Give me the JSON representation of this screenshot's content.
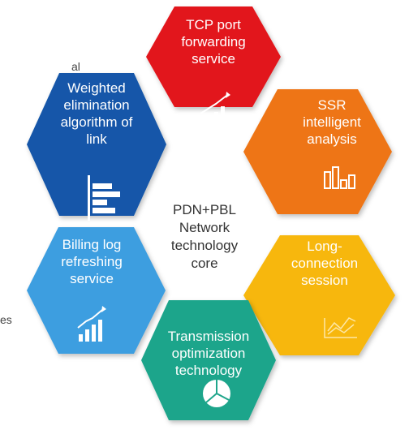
{
  "center": {
    "lines": [
      "PDN+PBL",
      "Network",
      "technology",
      "core"
    ]
  },
  "edge_fragments": {
    "left_top": "al",
    "left_bottom": "es"
  },
  "hexagons": [
    {
      "id": "tcp",
      "lines": [
        "TCP port",
        "forwarding",
        "service"
      ],
      "color": "#e2191c",
      "icon": "bar-chart-icon"
    },
    {
      "id": "ssr",
      "lines": [
        "SSR",
        "intelligent",
        "analysis"
      ],
      "color": "#ee7413",
      "icon": "stacked-bar-icon"
    },
    {
      "id": "long",
      "lines": [
        "Long-",
        "connection",
        "session"
      ],
      "color": "#f7b70d",
      "icon": "line-chart-icon"
    },
    {
      "id": "trans",
      "lines": [
        "Transmission",
        "optimization",
        "technology"
      ],
      "color": "#1fa58b",
      "icon": "pie-chart-icon"
    },
    {
      "id": "billing",
      "lines": [
        "Billing log",
        "refreshing",
        "service"
      ],
      "color": "#3c9ee0",
      "icon": "bar-chart-icon"
    },
    {
      "id": "weighted",
      "lines": [
        "Weighted",
        "elimination",
        "algorithm of",
        "link"
      ],
      "color": "#1257a9",
      "icon": "horizontal-bar-icon"
    }
  ]
}
